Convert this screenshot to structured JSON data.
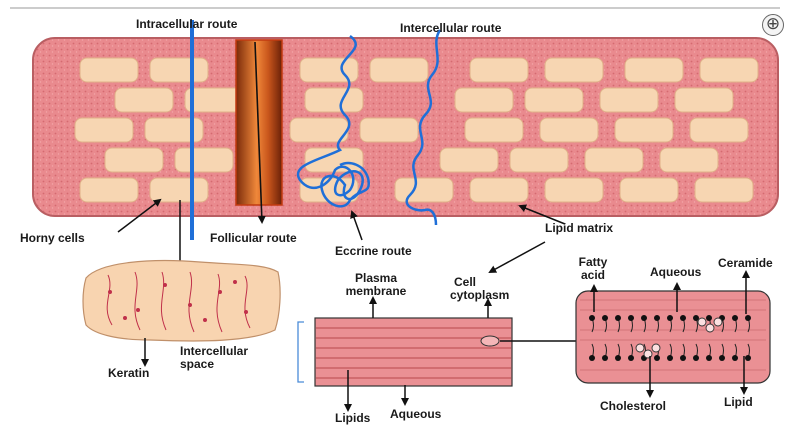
{
  "labels": {
    "intracellular_route": "Intracellular route",
    "intercellular_route": "Intercellular route",
    "horny_cells": "Horny cells",
    "follicular_route": "Follicular route",
    "eccrine_route": "Eccrine route",
    "lipid_matrix": "Lipid matrix",
    "keratin": "Keratin",
    "plasma_membrane_1": "Plasma",
    "plasma_membrane_2": "membrane",
    "cell_cytoplasm_1": "Cell",
    "cell_cytoplasm_2": "cytoplasm",
    "intercellular_space_1": "Intercellular",
    "intercellular_space_2": "space",
    "lipids": "Lipids",
    "aqueous_bottom": "Aqueous",
    "fatty_acid_1": "Fatty",
    "fatty_acid_2": "acid",
    "aqueous_top": "Aqueous",
    "ceramide": "Ceramide",
    "cholesterol": "Cholesterol",
    "lipid": "Lipid"
  },
  "icons": {
    "zoom": "zoom-in-icon",
    "zoom_glyph": "⊕"
  },
  "colors": {
    "tissue": "#e8878b",
    "tissue_edge": "#b85c5e",
    "cell_fill": "#f7d6b2",
    "route_blue": "#1f6fd8",
    "follicle_dark": "#7a2a0a",
    "follicle_light": "#f08a3a"
  }
}
